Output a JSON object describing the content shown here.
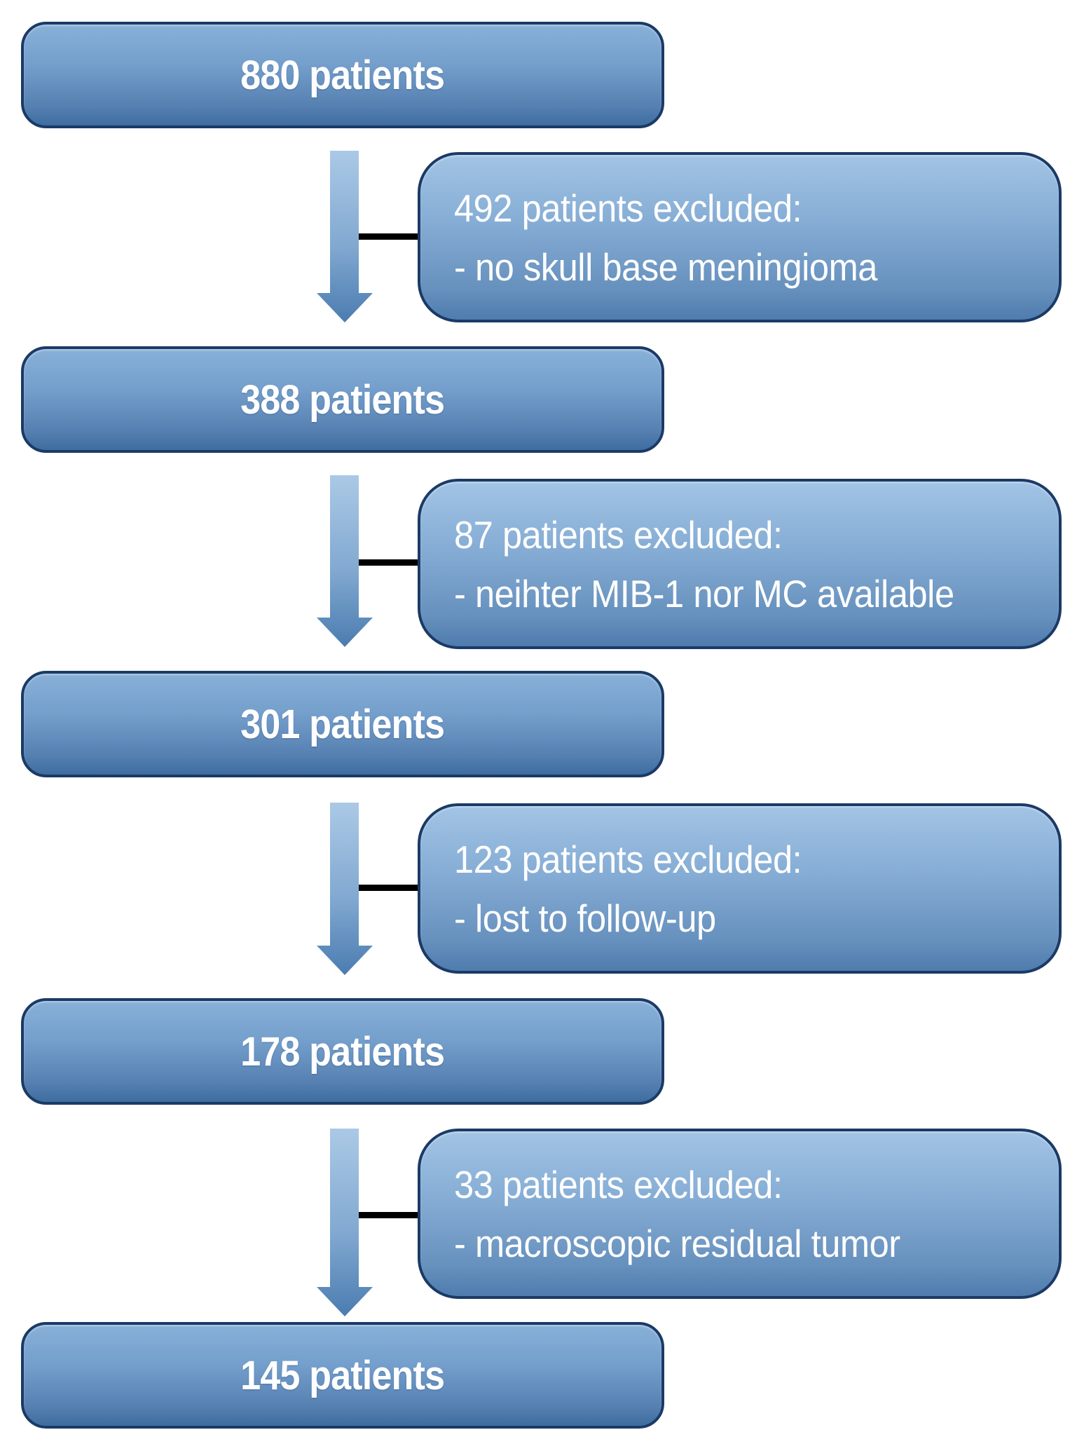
{
  "flow": {
    "steps": [
      {
        "label": "880 patients"
      },
      {
        "label": "388 patients"
      },
      {
        "label": "301 patients"
      },
      {
        "label": "178 patients"
      },
      {
        "label": "145 patients"
      }
    ],
    "exclusions": [
      {
        "heading": "492 patients excluded:",
        "reason": "- no skull base meningioma"
      },
      {
        "heading": "87 patients excluded:",
        "reason": "- neihter MIB-1 nor MC available"
      },
      {
        "heading": "123 patients excluded:",
        "reason": "- lost to follow-up"
      },
      {
        "heading": "33 patients excluded:",
        "reason": "- macroscopic residual tumor"
      }
    ]
  },
  "colors": {
    "box_border": "#1b3a66",
    "main_top": "#88b0d8",
    "main_bottom": "#3e6da0",
    "excl_top": "#a2c4e5",
    "excl_bottom": "#4e7cae",
    "arrow_top": "#abc9e6",
    "arrow_bottom": "#4b7cb0",
    "connector": "#000000",
    "text": "#ffffff"
  }
}
